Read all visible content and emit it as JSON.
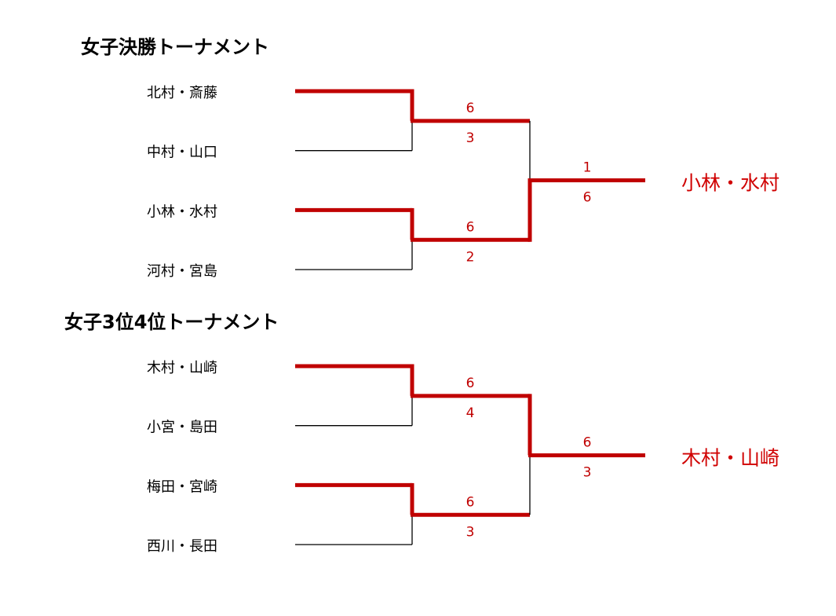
{
  "brackets": [
    {
      "title": "女子決勝トーナメント",
      "players": [
        "北村・斎藤",
        "中村・山口",
        "小林・水村",
        "河村・宮島"
      ],
      "semi_scores": [
        [
          "6",
          "3"
        ],
        [
          "6",
          "2"
        ]
      ],
      "final_score": [
        "1",
        "6"
      ],
      "semi_winners": [
        0,
        2
      ],
      "final_winner_top": false,
      "winner": "小林・水村"
    },
    {
      "title": "女子3位4位トーナメント",
      "players": [
        "木村・山崎",
        "小宮・島田",
        "梅田・宮崎",
        "西川・長田"
      ],
      "semi_scores": [
        [
          "6",
          "4"
        ],
        [
          "6",
          "3"
        ]
      ],
      "final_score": [
        "6",
        "3"
      ],
      "semi_winners": [
        0,
        2
      ],
      "final_winner_top": true,
      "winner": "木村・山崎"
    }
  ],
  "colors": {
    "winner_line": "#c00000",
    "loser_line": "#000000"
  }
}
